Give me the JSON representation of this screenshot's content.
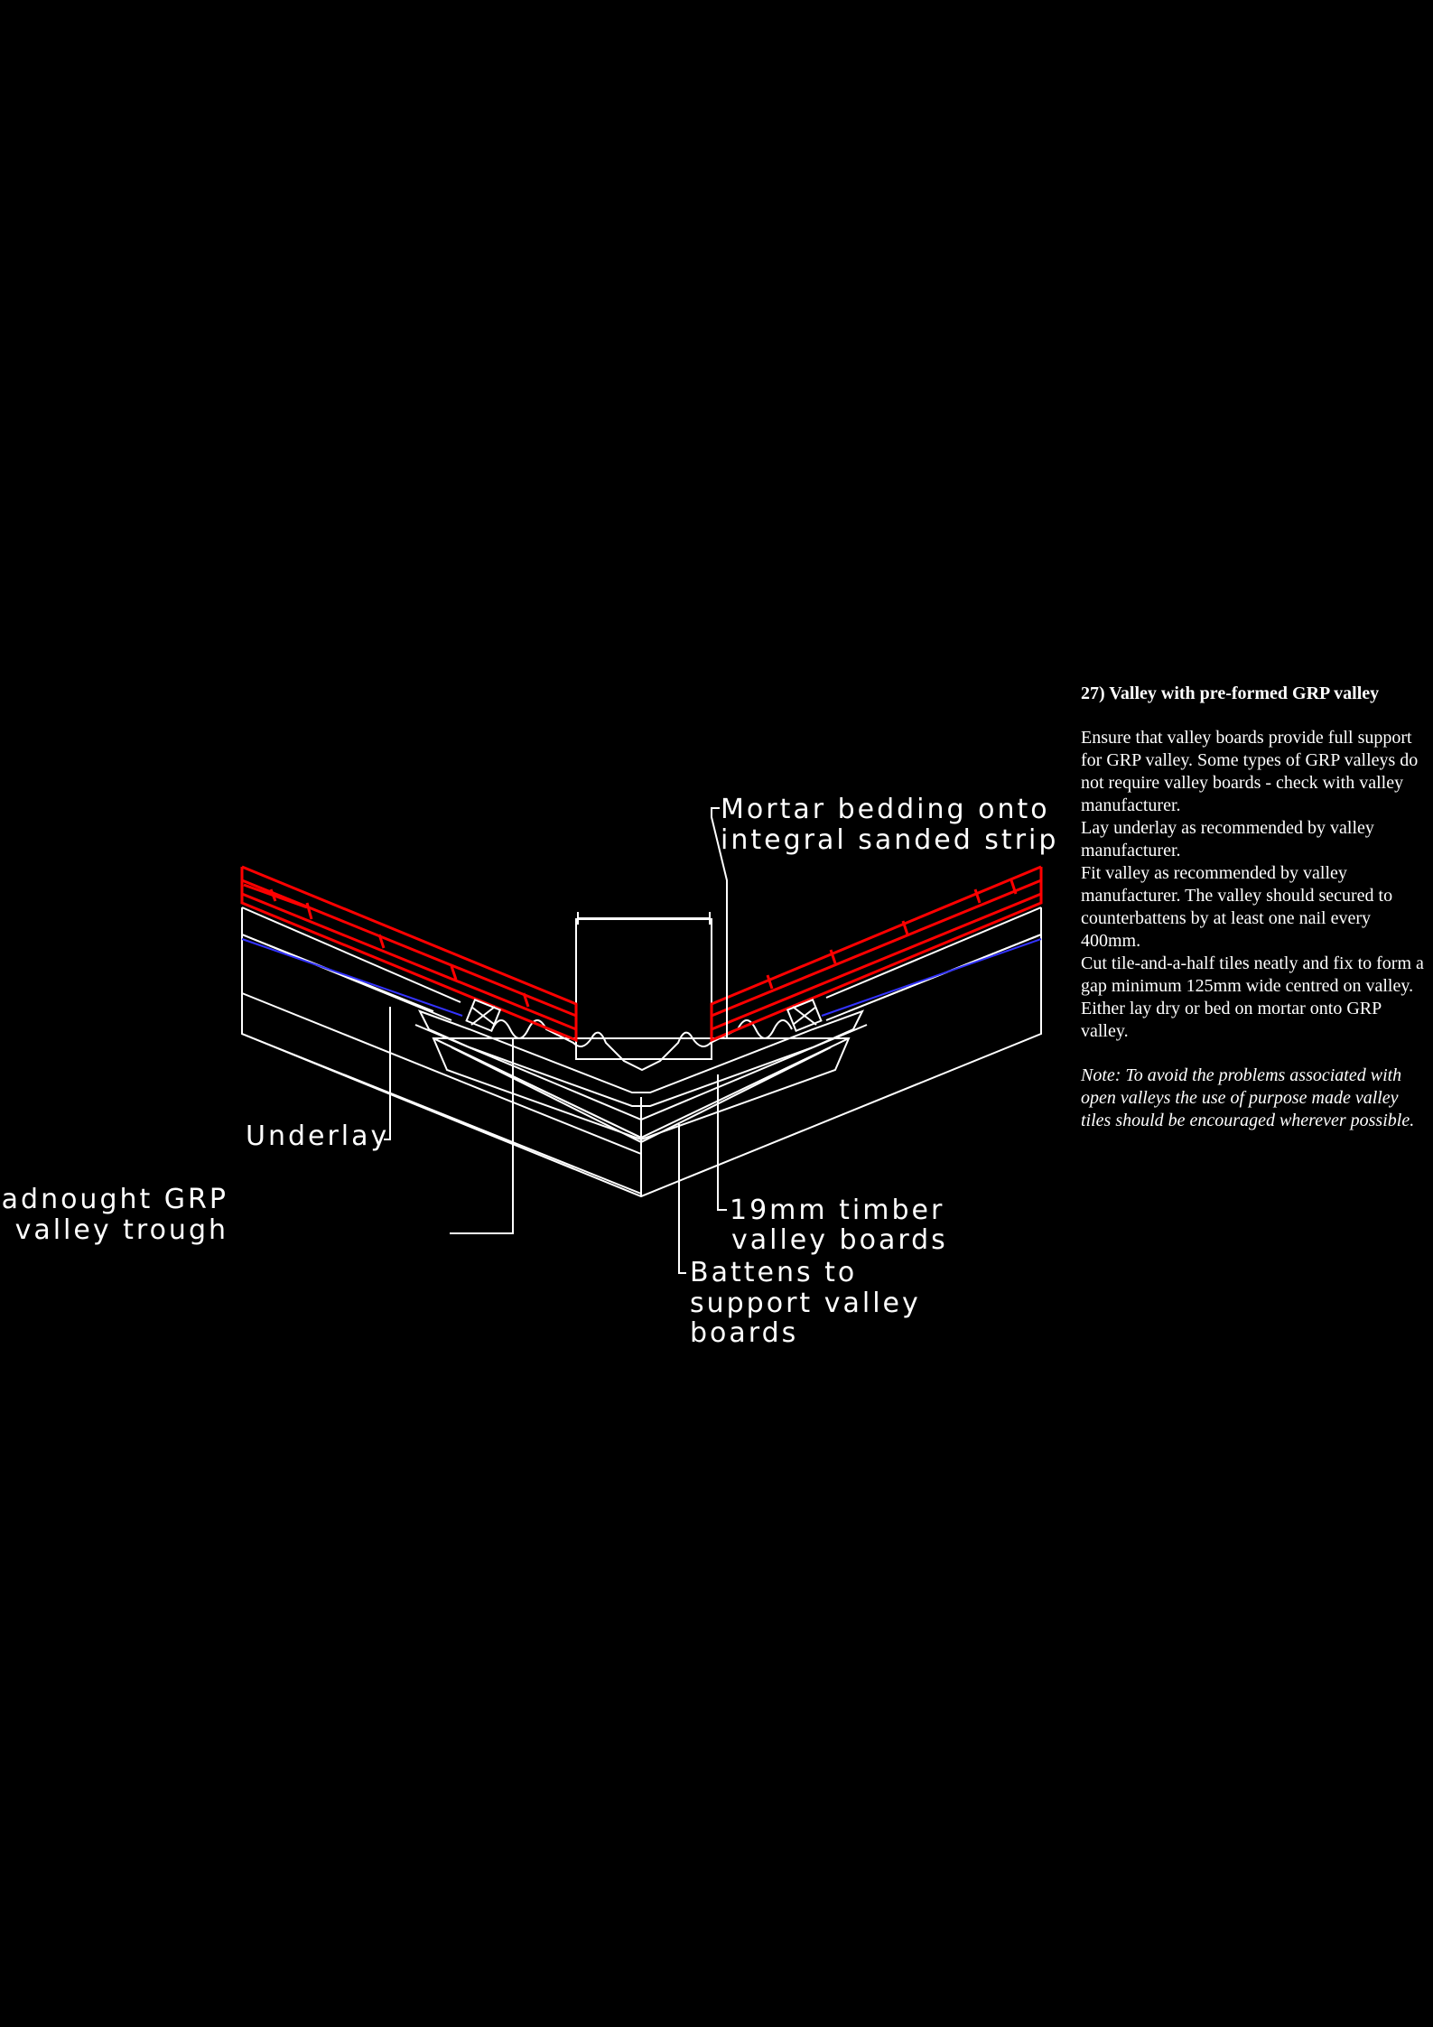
{
  "labels": {
    "mortar_line1": "Mortar bedding onto",
    "mortar_line2": "integral sanded strip",
    "underlay": "Underlay",
    "trough_line1": "Dreadnought GRP",
    "trough_line2": "valley trough",
    "timber_line1": "19mm timber",
    "timber_line2": "valley boards",
    "battens_line1": "Battens to",
    "battens_line2": "support valley",
    "battens_line3": "boards"
  },
  "notes": {
    "title": "27) Valley with pre-formed GRP valley",
    "paragraphs": [
      "Ensure that valley boards provide full support for GRP valley.  Some types of GRP valleys do not require valley boards - check with valley manufacturer.",
      "Lay underlay as recommended by valley manufacturer.",
      "Fit valley as recommended by valley manufacturer.  The valley should secured to counterbattens by at least one nail every 400mm.",
      "Cut tile-and-a-half tiles neatly and fix to form a gap minimum 125mm wide centred on valley.",
      "Either lay dry or bed on mortar onto GRP valley."
    ],
    "note": "Note: To avoid the problems associated with open valleys the use of purpose made valley tiles should be encouraged wherever possible."
  },
  "colors": {
    "background": "#000000",
    "linework": "#ffffff",
    "tiles": "#ff0000",
    "underlay": "#3333ff"
  }
}
